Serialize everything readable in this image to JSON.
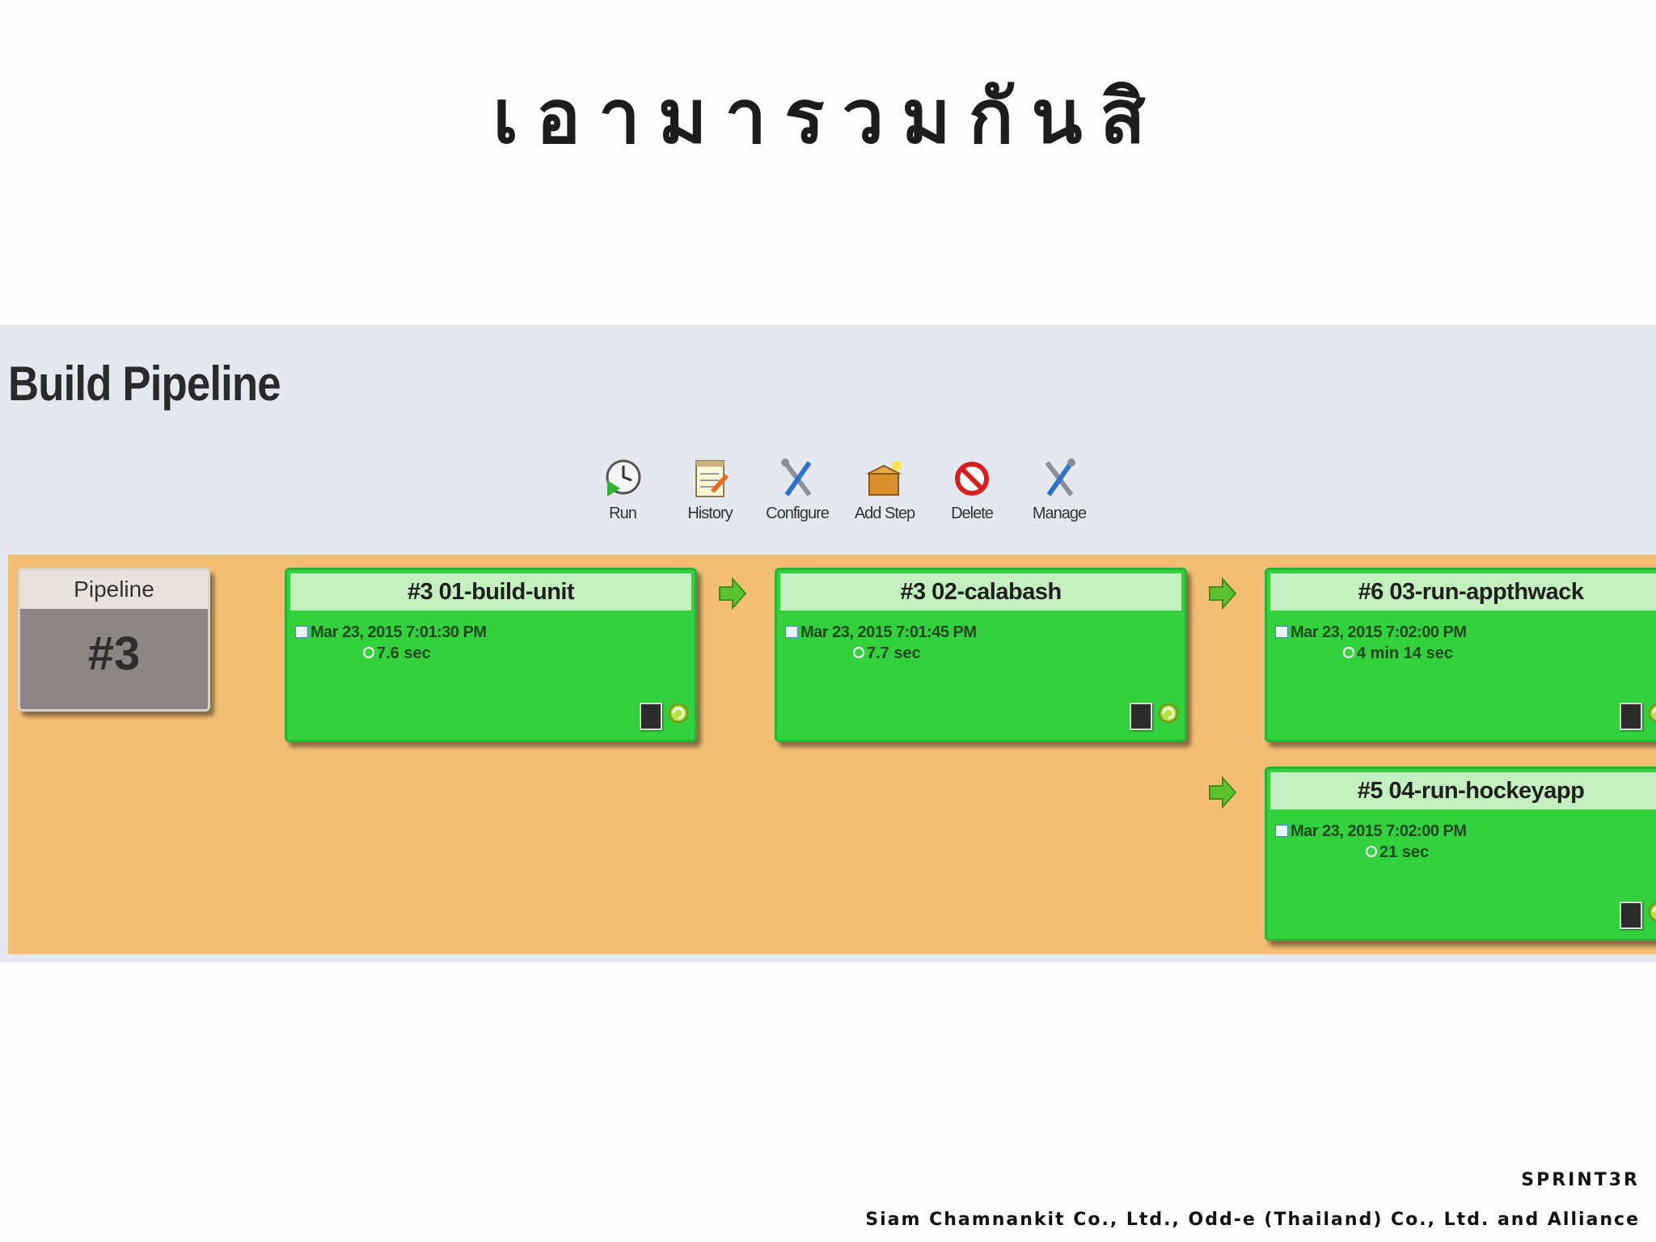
{
  "slide": {
    "title": "เอามารวมกันสิ",
    "brand": "SPRINT3R",
    "footer": "Siam Chamnankit Co., Ltd., Odd-e (Thailand) Co., Ltd. and Alliance"
  },
  "screenshot": {
    "page_title": "Build Pipeline",
    "toolbar": [
      {
        "label": "Run",
        "icon": "run-icon"
      },
      {
        "label": "History",
        "icon": "history-icon"
      },
      {
        "label": "Configure",
        "icon": "configure-icon"
      },
      {
        "label": "Add Step",
        "icon": "add-step-icon"
      },
      {
        "label": "Delete",
        "icon": "delete-icon"
      },
      {
        "label": "Manage",
        "icon": "manage-icon"
      }
    ],
    "pipeline": {
      "label": "Pipeline",
      "number": "#3"
    },
    "jobs": [
      {
        "title": "#3 01-build-unit",
        "date": "Mar 23, 2015 7:01:30 PM",
        "duration": "7.6 sec"
      },
      {
        "title": "#3 02-calabash",
        "date": "Mar 23, 2015 7:01:45 PM",
        "duration": "7.7 sec"
      },
      {
        "title": "#6 03-run-appthwack",
        "date": "Mar 23, 2015 7:02:00 PM",
        "duration": "4 min 14 sec"
      },
      {
        "title": "#5 04-run-hockeyapp",
        "date": "Mar 23, 2015 7:02:00 PM",
        "duration": "21 sec"
      }
    ],
    "colors": {
      "background": "#e6e8f0",
      "pipeline_area": "#f3bf74",
      "job_success": "#34d13e",
      "job_header": "#c4f0c0",
      "pipeline_box": "#8b8583"
    }
  }
}
